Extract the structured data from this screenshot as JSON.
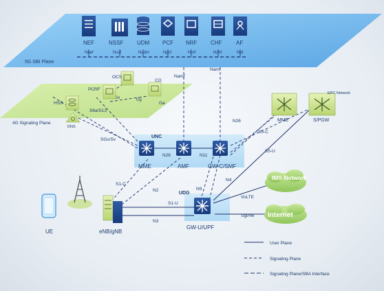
{
  "planes": {
    "sbi": "5G SBI Plane",
    "signaling4g": "4G Signaling Plane"
  },
  "sbi_nfs": [
    {
      "name": "NEF",
      "iface": "Nnef",
      "icon": "nef-server-icon"
    },
    {
      "name": "NSSF",
      "iface": "Nssf",
      "icon": "nssf-server-icon"
    },
    {
      "name": "UDM",
      "iface": "Nudm",
      "icon": "udm-database-icon"
    },
    {
      "name": "PCF",
      "iface": "Npcf",
      "icon": "pcf-server-icon"
    },
    {
      "name": "NRF",
      "iface": "Nnrf",
      "icon": "nrf-server-icon"
    },
    {
      "name": "CHF",
      "iface": "Nchf",
      "icon": "chf-server-icon"
    },
    {
      "name": "AF",
      "iface": "Naf",
      "icon": "af-server-icon"
    }
  ],
  "nodes_4g": {
    "ocs": "OCS",
    "pcrf": "PCRF",
    "cg": "CG",
    "hss": "HSS",
    "dns": "DNS"
  },
  "iface_4g": {
    "gx": "Gx",
    "gy": "Gy",
    "ga": "Ga",
    "s6a": "S6a/S13",
    "sgs": "SGs/Sv"
  },
  "unc": {
    "title": "UNC",
    "mme": "MME",
    "amf": "AMF",
    "gwc": "GW-C/SMF"
  },
  "udg": {
    "title": "UDG",
    "gwu": "GW-U/UPF"
  },
  "epc": {
    "title": "EPC Network",
    "mme": "MME",
    "spgw": "S/PGW"
  },
  "interfaces": {
    "namf1": "Namf",
    "namf2": "Namf",
    "n26a": "N26",
    "n26b": "N26",
    "n11": "N11",
    "s5c": "S5-C",
    "s5u": "S5-U",
    "s1c": "S1-C",
    "n2": "N2",
    "n4": "N4",
    "n9": "N9",
    "s1u": "S1-U",
    "n3": "N3",
    "volte": "VoLTE",
    "sgi": "Sgi/N6"
  },
  "access": {
    "ue": "UE",
    "enb": "eNB/gNB"
  },
  "clouds": {
    "ims": "IMS Network",
    "internet": "Internet"
  },
  "legend": [
    {
      "label": "User Plane",
      "style": "solid"
    },
    {
      "label": "Signaling Plane",
      "style": "dashed"
    },
    {
      "label": "Signaling Plane/SBA Interface",
      "style": "dashed"
    }
  ],
  "colors": {
    "line": "#1f2f6b",
    "plane": "#6ab4f0",
    "green": "#a6d36a",
    "node": "#1e3f86"
  }
}
